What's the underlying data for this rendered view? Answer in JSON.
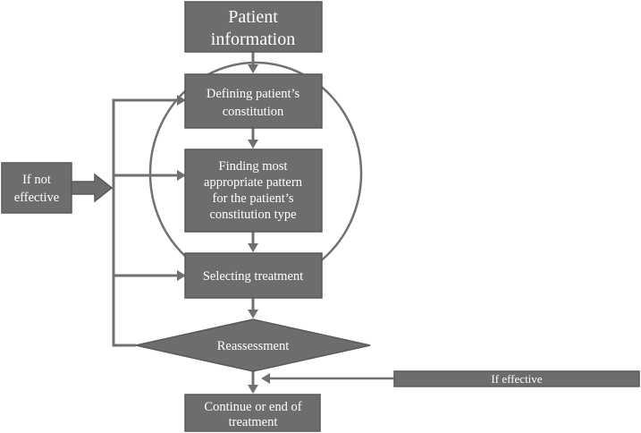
{
  "nodes": {
    "patient_information": {
      "line1": "Patient",
      "line2": "information"
    },
    "defining_constitution": {
      "line1": "Defining  patient’s",
      "line2": "constitution"
    },
    "finding_pattern": {
      "line1": "Finding most",
      "line2": "appropriate pattern",
      "line3": "for the patient’s",
      "line4": "constitution type"
    },
    "selecting_treatment": {
      "line1": "Selecting treatment"
    },
    "reassessment": {
      "line1": "Reassessment"
    },
    "continue_or_end": {
      "line1": "Continue or end of",
      "line2": "treatment"
    }
  },
  "labels": {
    "if_not_effective": {
      "line1": "If not",
      "line2": "effective"
    },
    "if_effective": "If effective"
  },
  "colors": {
    "box_fill": "#6d6d6d",
    "connector": "#707070",
    "text": "#ffffff"
  }
}
